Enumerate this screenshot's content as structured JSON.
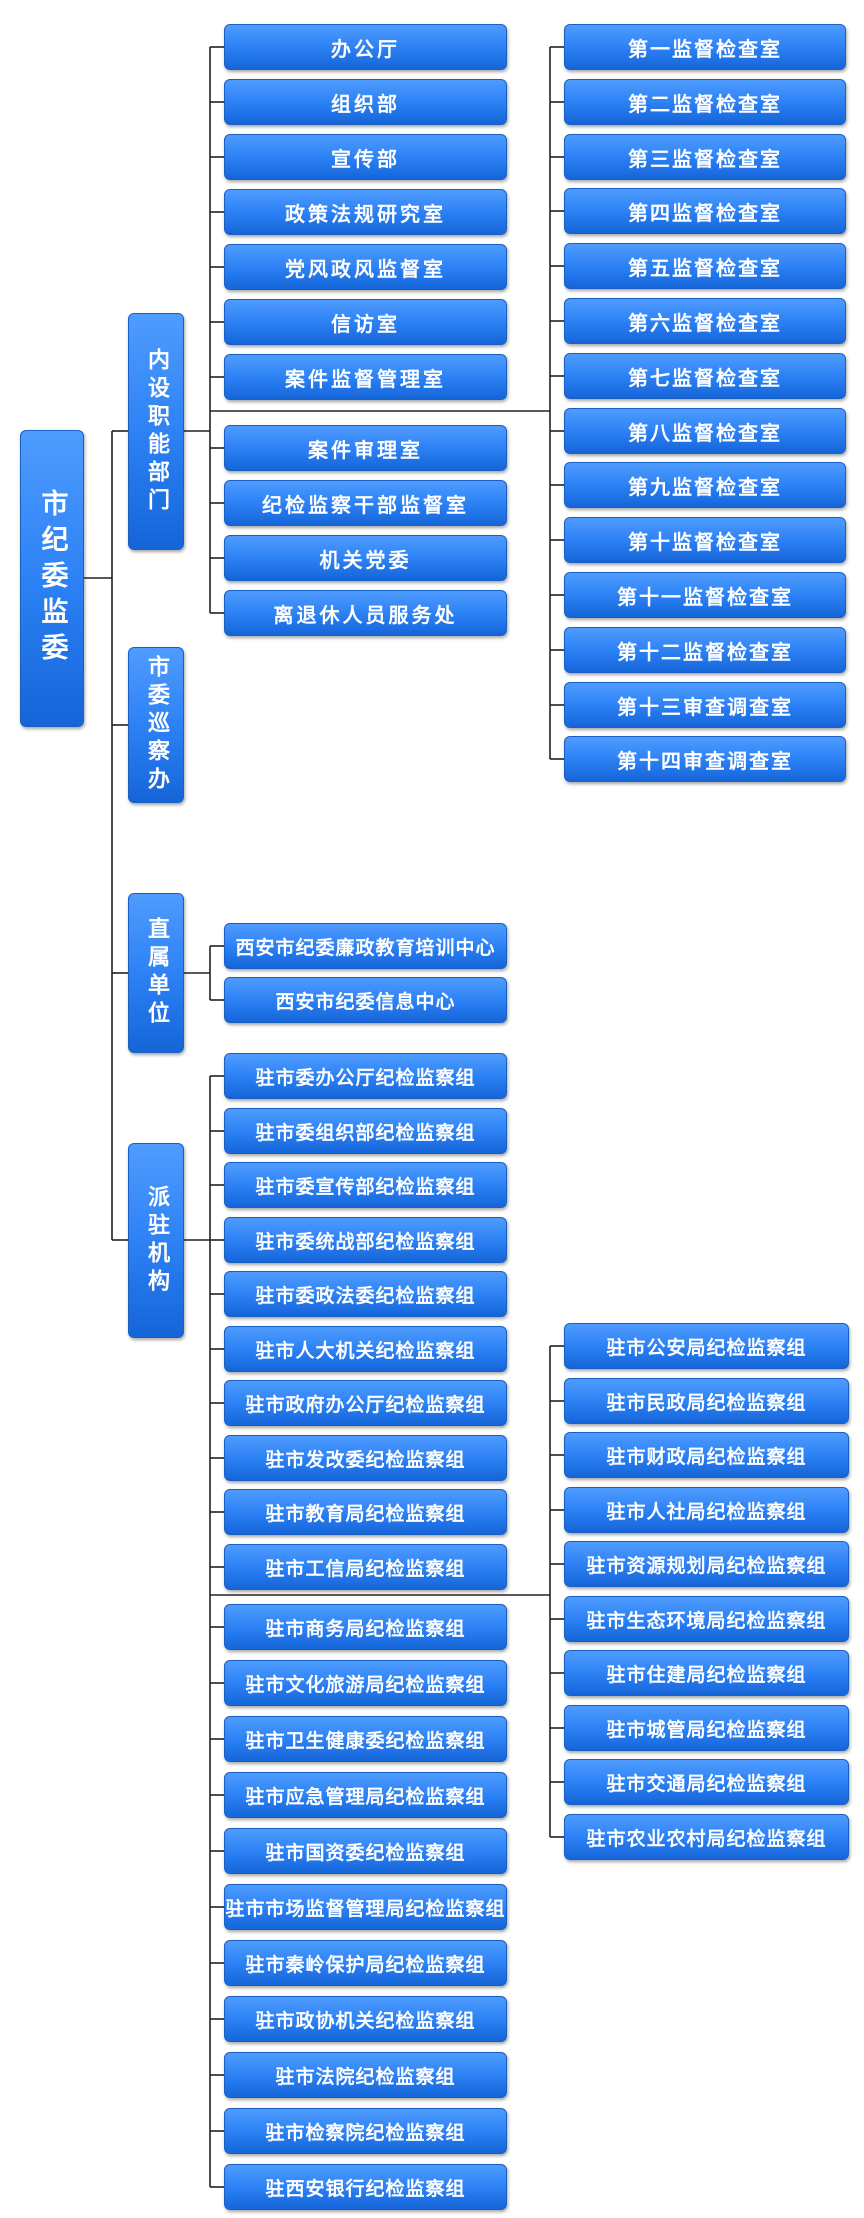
{
  "root": "市纪委监委",
  "categories": {
    "internal": "内设职能部门",
    "inspection": "市委巡察办",
    "direct": "直属单位",
    "stationed": "派驻机构"
  },
  "internal_depts": [
    "办公厅",
    "组织部",
    "宣传部",
    "政策法规研究室",
    "党风政风监督室",
    "信访室",
    "案件监督管理室",
    "案件审理室",
    "纪检监察干部监督室",
    "机关党委",
    "离退休人员服务处"
  ],
  "supervision_rooms": [
    "第一监督检查室",
    "第二监督检查室",
    "第三监督检查室",
    "第四监督检查室",
    "第五监督检查室",
    "第六监督检查室",
    "第七监督检查室",
    "第八监督检查室",
    "第九监督检查室",
    "第十监督检查室",
    "第十一监督检查室",
    "第十二监督检查室",
    "第十三审查调查室",
    "第十四审查调查室"
  ],
  "direct_units": [
    "西安市纪委廉政教育培训中心",
    "西安市纪委信息中心"
  ],
  "stationed_left": [
    "驻市委办公厅纪检监察组",
    "驻市委组织部纪检监察组",
    "驻市委宣传部纪检监察组",
    "驻市委统战部纪检监察组",
    "驻市委政法委纪检监察组",
    "驻市人大机关纪检监察组",
    "驻市政府办公厅纪检监察组",
    "驻市发改委纪检监察组",
    "驻市教育局纪检监察组",
    "驻市工信局纪检监察组",
    "驻市商务局纪检监察组",
    "驻市文化旅游局纪检监察组",
    "驻市卫生健康委纪检监察组",
    "驻市应急管理局纪检监察组",
    "驻市国资委纪检监察组",
    "驻市市场监督管理局纪检监察组",
    "驻市秦岭保护局纪检监察组",
    "驻市政协机关纪检监察组",
    "驻市法院纪检监察组",
    "驻市检察院纪检监察组",
    "驻西安银行纪检监察组"
  ],
  "stationed_right": [
    "驻市公安局纪检监察组",
    "驻市民政局纪检监察组",
    "驻市财政局纪检监察组",
    "驻市人社局纪检监察组",
    "驻市资源规划局纪检监察组",
    "驻市生态环境局纪检监察组",
    "驻市住建局纪检监察组",
    "驻市城管局纪检监察组",
    "驻市交通局纪检监察组",
    "驻市农业农村局纪检监察组"
  ]
}
